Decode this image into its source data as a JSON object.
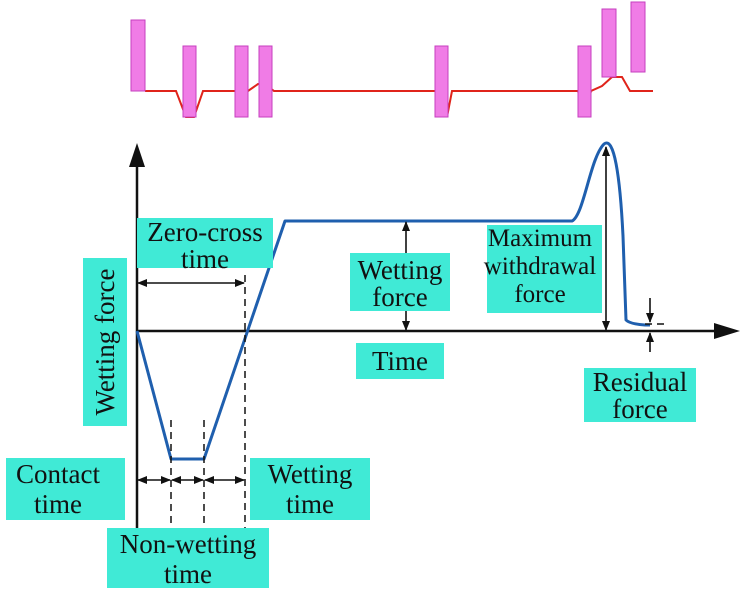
{
  "colors": {
    "background": "#ffffff",
    "label_box": "#40ead6",
    "curve": "#1f5fae",
    "axis": "#111111",
    "top_signal_line": "#e0241b",
    "top_pulse_fill": "#f07ce6",
    "top_pulse_stroke": "#c63fbf"
  },
  "labels": {
    "zero_cross": [
      "Zero-cross",
      "time"
    ],
    "wetting_force_arrow": [
      "Wetting",
      "force"
    ],
    "max_withdrawal": [
      "Maximum",
      "withdrawal",
      "force"
    ],
    "time_axis": "Time",
    "y_axis": "Wetting force",
    "residual": [
      "Residual",
      "force"
    ],
    "contact_time": [
      "Contact",
      "time"
    ],
    "wetting_time": [
      "Wetting",
      "time"
    ],
    "non_wetting_time": [
      "Non-wetting",
      "time"
    ]
  },
  "icons": {
    "x_axis_arrow": "arrow-right-icon",
    "y_axis_arrow": "arrow-up-icon"
  }
}
